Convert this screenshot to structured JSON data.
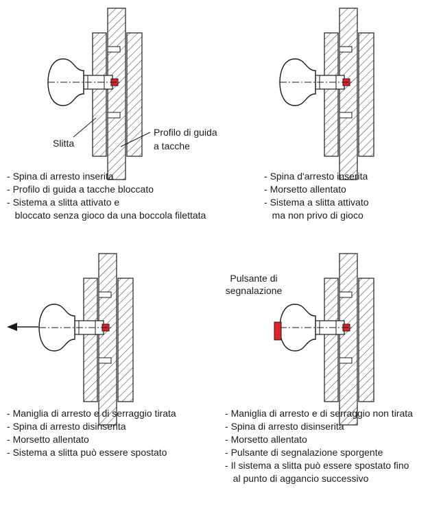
{
  "colors": {
    "line": "#1a1a1a",
    "accent": "#e0202a"
  },
  "icons": {
    "arrow": "arrow-left-icon"
  },
  "panels": {
    "top_left": {
      "labels": {
        "slide": "Slitta",
        "profile_line1": "Profilo di guida",
        "profile_line2": "a tacche"
      },
      "bullets": [
        "Spina di arresto inserita",
        "Profilo di guida a tacche bloccato",
        "Sistema a slitta attivato e",
        " bloccato senza gioco da una boccola filettata"
      ]
    },
    "top_right": {
      "bullets": [
        "Spina d'arresto inserita",
        "Morsetto allentato",
        "Sistema a slitta attivato",
        " ma non privo di gioco"
      ]
    },
    "bottom_left": {
      "bullets": [
        "Maniglia di arresto e di serraggio tirata",
        "Spina di arresto disinserita",
        "Morsetto allentato",
        "Sistema a slitta può essere spostato"
      ]
    },
    "bottom_right": {
      "labels": {
        "indicator_line1": "Pulsante di",
        "indicator_line2": "segnalazione"
      },
      "bullets": [
        "Maniglia di arresto e di serraggio non tirata",
        "Spina di arresto disinserita",
        "Morsetto allentato",
        "Pulsante di segnalazione sporgente",
        "Il sistema a slitta può essere spostato fino",
        " al punto di aggancio successivo"
      ]
    }
  }
}
